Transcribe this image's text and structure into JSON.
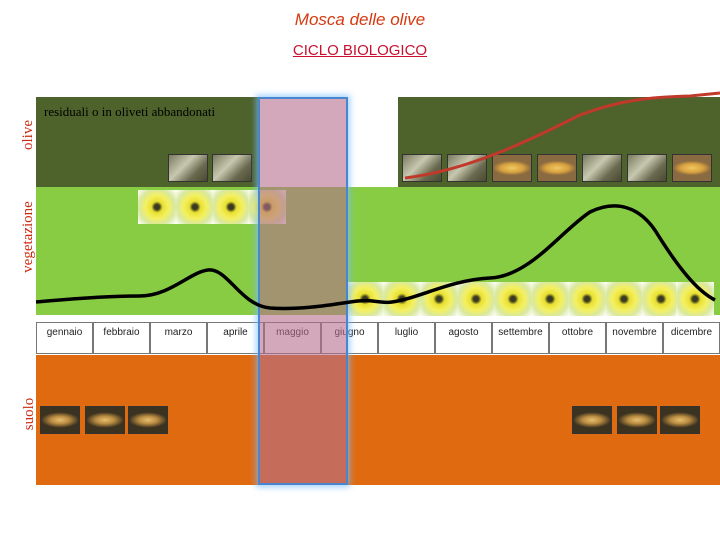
{
  "title": "Mosca delle olive",
  "subtitle": "CICLO BIOLOGICO",
  "side_labels": {
    "olive": "olive",
    "vegetazione": "vegetazione",
    "suolo": "suolo"
  },
  "residual_note": "residuali o in oliveti abbandonati",
  "months": [
    "gennaio",
    "febbraio",
    "marzo",
    "aprile",
    "maggio",
    "giugno",
    "luglio",
    "agosto",
    "settembre",
    "ottobre",
    "novembre",
    "dicembre"
  ],
  "colors": {
    "olive_band": "#4e622b",
    "vegetation_band": "#88cc44",
    "soil_band": "#e06a10",
    "olive_curve": "#c0392b",
    "vegetation_curve": "#000000",
    "highlight": "#b46e8c"
  },
  "icons": {
    "olive_row": "infested-olive-image",
    "vegetation_row": "adult-fly-image",
    "soil_row": "pupa-image"
  }
}
